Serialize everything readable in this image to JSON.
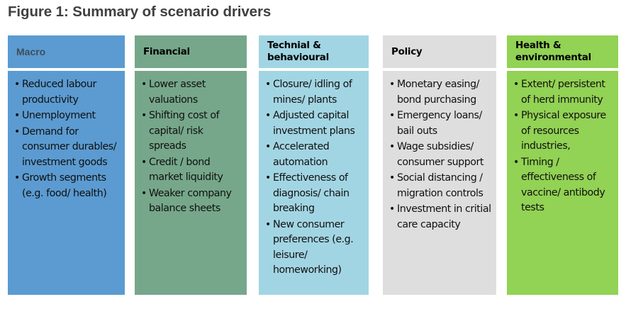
{
  "figure": {
    "title": "Figure 1: Summary of scenario drivers"
  },
  "columns": [
    {
      "id": "macro",
      "header": "Macro",
      "color": "#5B9BD1",
      "header_text_color": "#3E4D5C",
      "items": [
        "Reduced labour productivity",
        "Unemployment",
        "Demand for consumer durables/ investment goods",
        "Growth segments (e.g. food/ health)"
      ]
    },
    {
      "id": "financial",
      "header": "Financial",
      "color": "#76A78A",
      "header_text_color": "#000000",
      "items": [
        "Lower asset valuations",
        "Shifting cost of capital/ risk spreads",
        "Credit / bond market liquidity",
        "Weaker company balance sheets"
      ]
    },
    {
      "id": "technical",
      "header": "Technial & behavioural",
      "color": "#A2D5E3",
      "header_text_color": "#000000",
      "items": [
        "Closure/ idling of mines/ plants",
        "Adjusted capital investment plans",
        "Accelerated automation",
        "Effectiveness of diagnosis/  chain breaking",
        "New consumer preferences (e.g. leisure/ homeworking)"
      ]
    },
    {
      "id": "policy",
      "header": "Policy",
      "color": "#DEDEDE",
      "header_text_color": "#000000",
      "items": [
        "Monetary easing/ bond purchasing",
        "Emergency loans/ bail outs",
        "Wage subsidies/ consumer support",
        "Social distancing / migration controls",
        "Investment in critial care capacity"
      ]
    },
    {
      "id": "health",
      "header": "Health & environmental",
      "color": "#92D254",
      "header_text_color": "#000000",
      "items": [
        "Extent/ persistent of herd immunity",
        "Physical exposure of resources industries,",
        "Timing / effectiveness of vaccine/ antibody tests"
      ]
    }
  ]
}
